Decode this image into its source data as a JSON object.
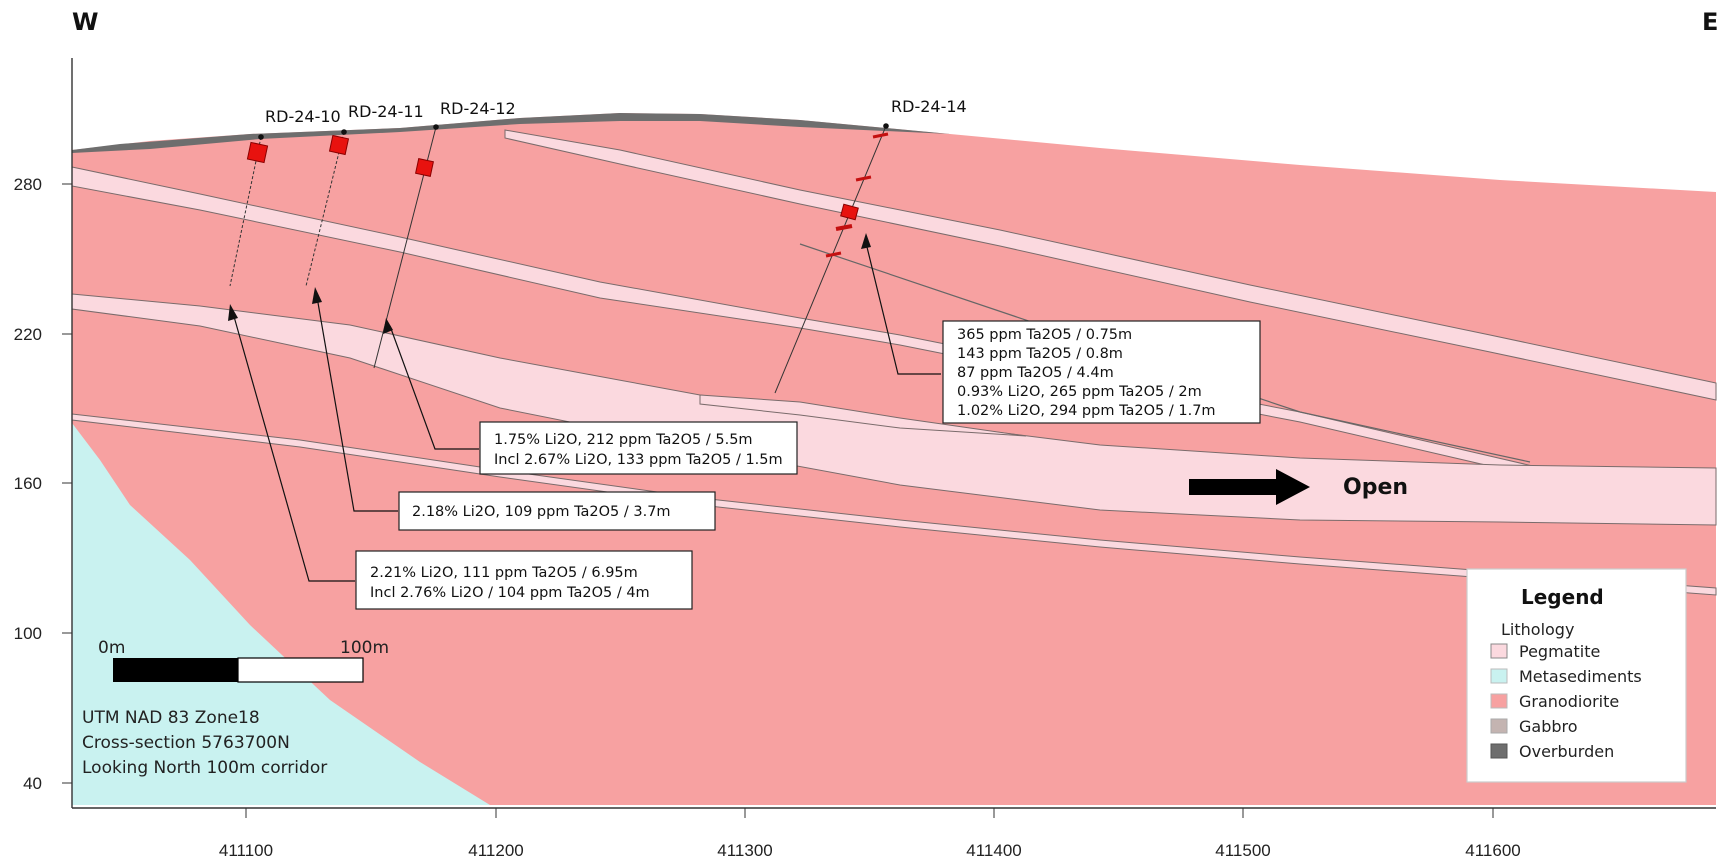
{
  "directions": {
    "west": "W",
    "east": "E"
  },
  "y_axis": {
    "ticks": [
      "280",
      "220",
      "160",
      "100",
      "40"
    ]
  },
  "x_axis": {
    "ticks": [
      "411100",
      "411200",
      "411300",
      "411400",
      "411500",
      "411600"
    ]
  },
  "drill_holes": [
    {
      "id": "RD-24-10"
    },
    {
      "id": "RD-24-11"
    },
    {
      "id": "RD-24-12"
    },
    {
      "id": "RD-24-14"
    }
  ],
  "callouts": [
    {
      "hole": "RD-24-14",
      "lines": [
        "365 ppm Ta2O5 / 0.75m",
        "143 ppm Ta2O5 / 0.8m",
        "87 ppm Ta2O5 / 4.4m",
        "0.93% Li2O, 265 ppm Ta2O5 / 2m",
        "1.02% Li2O, 294 ppm Ta2O5 / 1.7m"
      ]
    },
    {
      "hole": "RD-24-12",
      "lines": [
        "1.75% Li2O, 212 ppm Ta2O5 / 5.5m",
        "Incl 2.67% Li2O, 133 ppm Ta2O5 / 1.5m"
      ]
    },
    {
      "hole": "RD-24-11",
      "lines": [
        "2.18% Li2O, 109 ppm Ta2O5 / 3.7m"
      ]
    },
    {
      "hole": "RD-24-10",
      "lines": [
        "2.21% Li2O, 111 ppm Ta2O5 / 6.95m",
        "Incl 2.76% Li2O / 104 ppm Ta2O5 / 4m"
      ]
    }
  ],
  "open_label": "Open",
  "scale_bar": {
    "start": "0m",
    "end": "100m"
  },
  "info_lines": [
    "UTM NAD 83 Zone18",
    "Cross-section 5763700N",
    "Looking North 100m corridor"
  ],
  "legend": {
    "title": "Legend",
    "subtitle": "Lithology",
    "items": [
      {
        "label": "Pegmatite",
        "color": "#fbd9df"
      },
      {
        "label": "Metasediments",
        "color": "#c9f2f0"
      },
      {
        "label": "Granodiorite",
        "color": "#f7a1a1"
      },
      {
        "label": "Gabbro",
        "color": "#c4b4b1"
      },
      {
        "label": "Overburden",
        "color": "#6e6e6e"
      }
    ]
  },
  "colors": {
    "granodiorite": "#f7a1a1",
    "pegmatite": "#fbd9df",
    "metasediments": "#c9f2f0",
    "overburden": "#6e6e6e",
    "intercept": "#e8120f"
  }
}
